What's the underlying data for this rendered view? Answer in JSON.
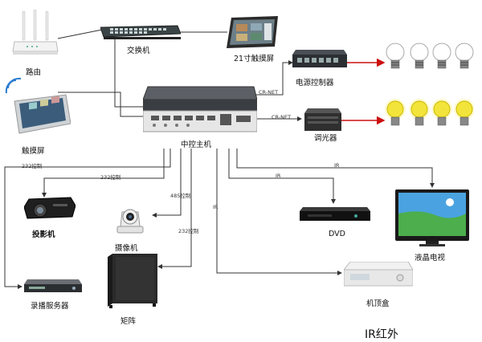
{
  "labels": {
    "router": "路由",
    "switch": "交换机",
    "touch21": "21寸触摸屏",
    "power_ctrl": "电源控制器",
    "dimmer": "调光器",
    "touchscreen": "触摸屏",
    "host": "中控主机",
    "projector": "投影机",
    "camera": "摄像机",
    "dvd": "DVD",
    "lcd_tv": "液晶电视",
    "matrix": "矩阵",
    "recorder": "录播服务器",
    "stb": "机顶盒",
    "footer": "IR红外"
  },
  "edges": {
    "cr_net_1": "CR-NET",
    "cr_net_2": "CR-NET",
    "ctrl232_a": "232控制",
    "ctrl232_b": "232控制",
    "ctrl485": "485控制",
    "ctrl232_c": "232控制",
    "ir_1": "IR",
    "ir_2": "IR",
    "ir_3": "IR"
  },
  "colors": {
    "line": "#333333",
    "red_arrow": "#cc1111",
    "bulb_on": "#f2e43a"
  }
}
